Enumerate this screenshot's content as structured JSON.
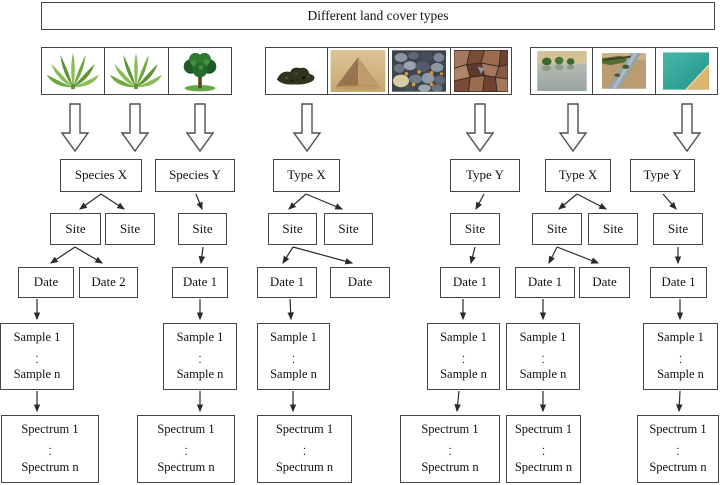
{
  "title": "Different land cover types",
  "colors": {
    "box_border": "#454545",
    "connector_line": "#2b2b2b",
    "page_background": "#ffffff"
  },
  "image_strips": [
    {
      "name": "vegetation",
      "icons": [
        "corn-plant-icon",
        "corn-plant-icon",
        "tree-icon"
      ]
    },
    {
      "name": "soil-and-rock",
      "icons": [
        "organic-soil-icon",
        "sand-pile-icon",
        "pebbles-icon",
        "rock-face-icon"
      ]
    },
    {
      "name": "water",
      "icons": [
        "lake-icon",
        "canal-icon",
        "sea-shore-icon"
      ]
    }
  ],
  "categories": [
    {
      "label": "Species X"
    },
    {
      "label": "Species Y"
    },
    {
      "label": "Type X"
    },
    {
      "label": "Type Y"
    },
    {
      "label": "Type X"
    },
    {
      "label": "Type Y"
    }
  ],
  "sites": [
    {
      "label": "Site"
    },
    {
      "label": "Site"
    },
    {
      "label": "Site"
    },
    {
      "label": "Site"
    },
    {
      "label": "Site"
    },
    {
      "label": "Site"
    },
    {
      "label": "Site"
    },
    {
      "label": "Site"
    },
    {
      "label": "Site"
    }
  ],
  "dates": [
    {
      "label": "Date"
    },
    {
      "label": "Date 2"
    },
    {
      "label": "Date 1"
    },
    {
      "label": "Date 1"
    },
    {
      "label": "Date"
    },
    {
      "label": "Date 1"
    },
    {
      "label": "Date 1"
    },
    {
      "label": "Date"
    },
    {
      "label": "Date 1"
    }
  ],
  "samples": [
    {
      "first": "Sample 1",
      "dots": ".\n.",
      "last": "Sample n"
    },
    {
      "first": "Sample 1",
      "dots": ".\n.",
      "last": "Sample n"
    },
    {
      "first": "Sample 1",
      "dots": ".\n.",
      "last": "Sample n"
    },
    {
      "first": "Sample 1",
      "dots": ".\n.",
      "last": "Sample n"
    },
    {
      "first": "Sample 1",
      "dots": ".\n.",
      "last": "Sample n"
    },
    {
      "first": "Sample 1",
      "dots": ".\n.",
      "last": "Sample n"
    }
  ],
  "spectra": [
    {
      "first": "Spectrum 1",
      "dots": ".\n.",
      "last": "Spectrum n"
    },
    {
      "first": "Spectrum 1",
      "dots": ".\n.",
      "last": "Spectrum n"
    },
    {
      "first": "Spectrum 1",
      "dots": ".\n.",
      "last": "Spectrum n"
    },
    {
      "first": "Spectrum 1",
      "dots": ".\n.",
      "last": "Spectrum n"
    },
    {
      "first": "Spectrum 1",
      "dots": ".\n.",
      "last": "Spectrum n"
    },
    {
      "first": "Spectrum 1",
      "dots": ".\n.",
      "last": "Spectrum n"
    }
  ]
}
